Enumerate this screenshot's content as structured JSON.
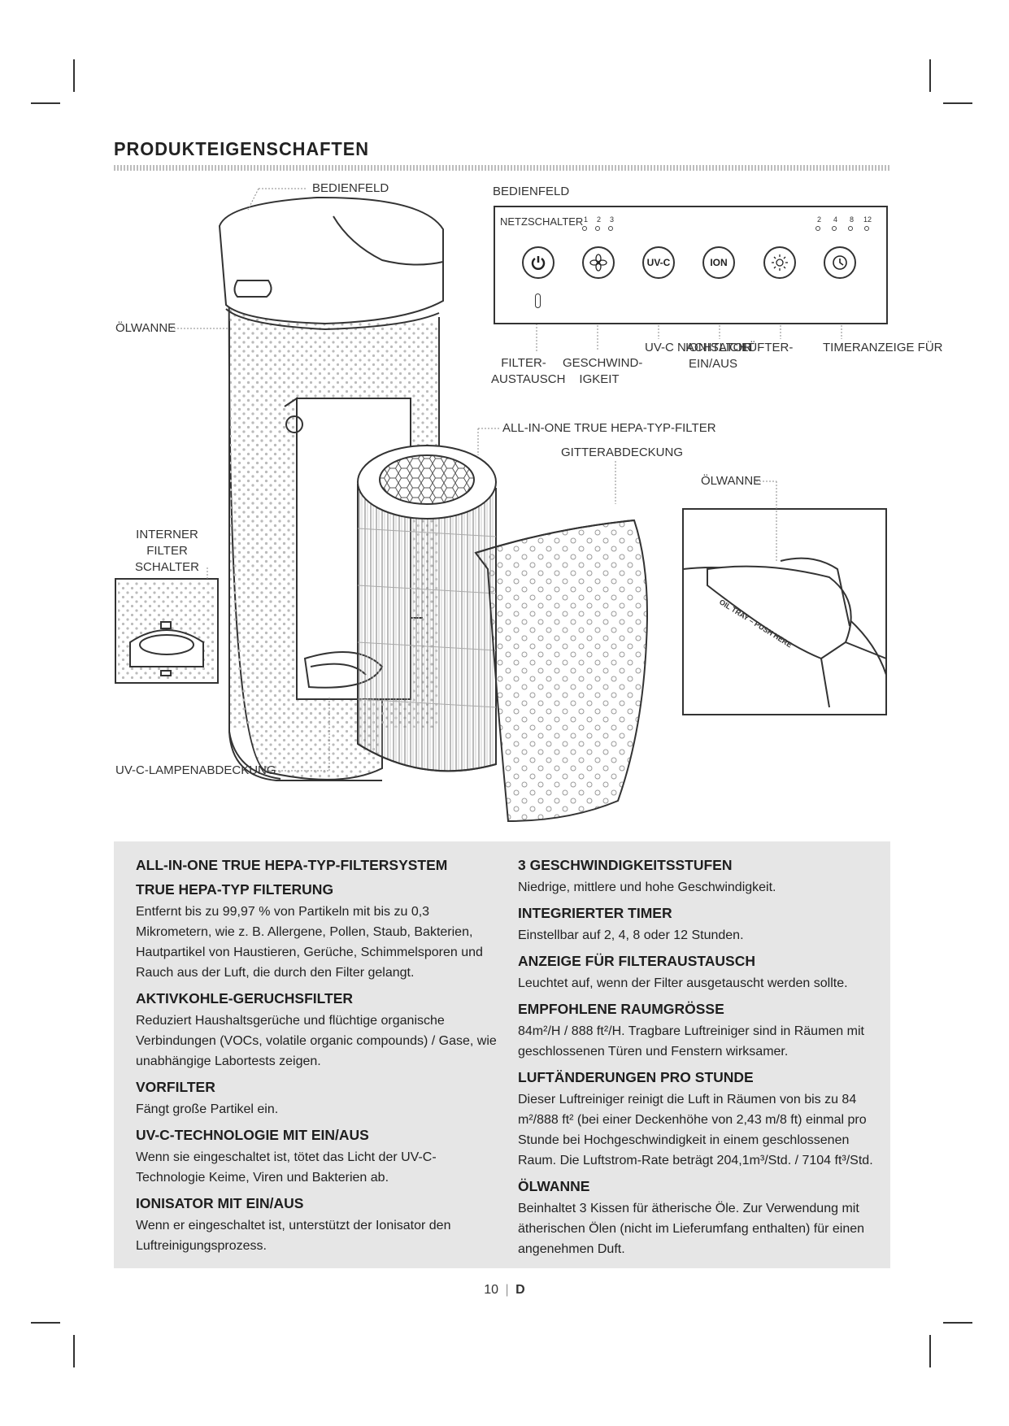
{
  "page_title": "PRODUKTEIGENSCHAFTEN",
  "diagram": {
    "labels": {
      "bedienfeld_top": "BEDIENFELD",
      "bedienfeld_panel": "BEDIENFELD",
      "netzschalter": "NETZSCHALTER",
      "oelwanne_left": "ÖLWANNE",
      "interner_filter_schalter": "INTERNER FILTER SCHALTER",
      "uvc_lampenabdeckung": "UV-C-LAMPENABDECKUNG",
      "filter_austausch": "FILTER- AUSTAUSCH",
      "geschwindigkeit": "GESCHWIND- IGKEIT",
      "uvc_overlap": "UV-C NACHTLICHT",
      "ionisator": "IONISATOR",
      "luefter": "LÜFTER-",
      "ein_aus": "EIN/AUS",
      "timeranzeige": "TIMERANZEIGE FÜR",
      "hepa_filter": "ALL-IN-ONE TRUE HEPA-TYP-FILTER",
      "gitterabdeckung": "GITTERABDECKUNG",
      "oelwanne_right": "ÖLWANNE",
      "oil_tray_print": "OIL TRAY – PUSH HERE"
    },
    "panel": {
      "speed_numbers": [
        "1",
        "2",
        "3"
      ],
      "timer_numbers": [
        "2",
        "4",
        "8",
        "12"
      ],
      "buttons": [
        {
          "name": "power-icon",
          "label": ""
        },
        {
          "name": "fan-icon",
          "label": ""
        },
        {
          "name": "uvc-button",
          "label": "UV-C"
        },
        {
          "name": "ion-button",
          "label": "ION"
        },
        {
          "name": "light-icon",
          "label": ""
        },
        {
          "name": "clock-icon",
          "label": ""
        }
      ]
    }
  },
  "features": {
    "left": [
      {
        "heading": "ALL-IN-ONE TRUE HEPA-TYP-FILTERSYSTEM",
        "text": ""
      },
      {
        "heading": "TRUE HEPA-TYP FILTERUNG",
        "text": "Entfernt bis zu 99,97 % von Partikeln mit bis zu 0,3 Mikrometern, wie z. B. Allergene, Pollen, Staub, Bakterien, Hautpartikel von Haustieren, Gerüche, Schimmelsporen und Rauch aus der Luft, die durch den Filter gelangt."
      },
      {
        "heading": "AKTIVKOHLE-GERUCHSFILTER",
        "text": "Reduziert Haushaltsgerüche und flüchtige organische Verbindungen (VOCs, volatile organic compounds) / Gase, wie unabhängige Labortests zeigen."
      },
      {
        "heading": "VORFILTER",
        "text": "Fängt große Partikel ein."
      },
      {
        "heading": "UV-C-TECHNOLOGIE MIT EIN/AUS",
        "text": "Wenn sie eingeschaltet ist, tötet das Licht der UV-C-Technologie Keime, Viren und Bakterien ab."
      },
      {
        "heading": "IONISATOR MIT EIN/AUS",
        "text": "Wenn er eingeschaltet ist, unterstützt der Ionisator den Luftreinigungsprozess."
      }
    ],
    "right": [
      {
        "heading": "3 GESCHWINDIGKEITSSTUFEN",
        "text": "Niedrige, mittlere und hohe Geschwindigkeit."
      },
      {
        "heading": "INTEGRIERTER TIMER",
        "text": "Einstellbar auf 2, 4, 8 oder 12 Stunden."
      },
      {
        "heading": "ANZEIGE FÜR FILTERAUSTAUSCH",
        "text": "Leuchtet auf, wenn der Filter ausgetauscht werden sollte."
      },
      {
        "heading": "EMPFOHLENE RAUMGRÖSSE",
        "text": "84m²/H / 888 ft²/H. Tragbare Luftreiniger sind in Räumen mit geschlossenen Türen und Fenstern wirksamer."
      },
      {
        "heading": "LUFTÄNDERUNGEN PRO STUNDE",
        "text": "Dieser Luftreiniger reinigt die Luft in Räumen von bis zu 84 m²/888 ft² (bei einer Deckenhöhe von 2,43 m/8 ft) einmal pro Stunde bei Hochgeschwindigkeit in einem geschlossenen Raum. Die Luftstrom-Rate beträgt 204,1m³/Std. / 7104 ft³/Std."
      },
      {
        "heading": "ÖLWANNE",
        "text": "Beinhaltet 3 Kissen für ätherische Öle. Zur Verwendung mit ätherischen Ölen (nicht im Lieferumfang enthalten) für einen angenehmen Duft."
      }
    ]
  },
  "footer": {
    "page_number": "10",
    "separator": "|",
    "language": "D"
  }
}
